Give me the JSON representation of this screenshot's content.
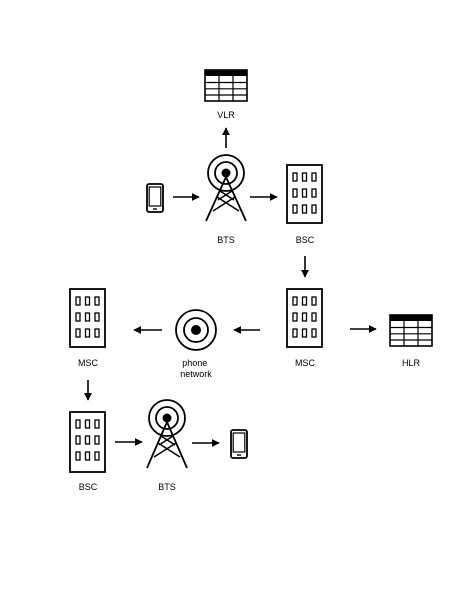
{
  "colors": {
    "stroke": "#000000",
    "background": "#ffffff"
  },
  "nodes": {
    "vlr": {
      "label": "VLR",
      "icon": "database-table-icon"
    },
    "phone_top": {
      "icon": "mobile-phone-icon"
    },
    "bts_top": {
      "label": "BTS",
      "icon": "cell-tower-icon"
    },
    "bsc_top": {
      "label": "BSC",
      "icon": "building-icon"
    },
    "msc_right": {
      "label": "MSC",
      "icon": "building-icon"
    },
    "hlr": {
      "label": "HLR",
      "icon": "database-table-icon"
    },
    "phone_network": {
      "label_line1": "phone",
      "label_line2": "network",
      "icon": "network-hub-icon"
    },
    "msc_left": {
      "label": "MSC",
      "icon": "building-icon"
    },
    "bsc_bottom": {
      "label": "BSC",
      "icon": "building-icon"
    },
    "bts_bottom": {
      "label": "BTS",
      "icon": "cell-tower-icon"
    },
    "phone_bottom": {
      "icon": "mobile-phone-icon"
    }
  }
}
